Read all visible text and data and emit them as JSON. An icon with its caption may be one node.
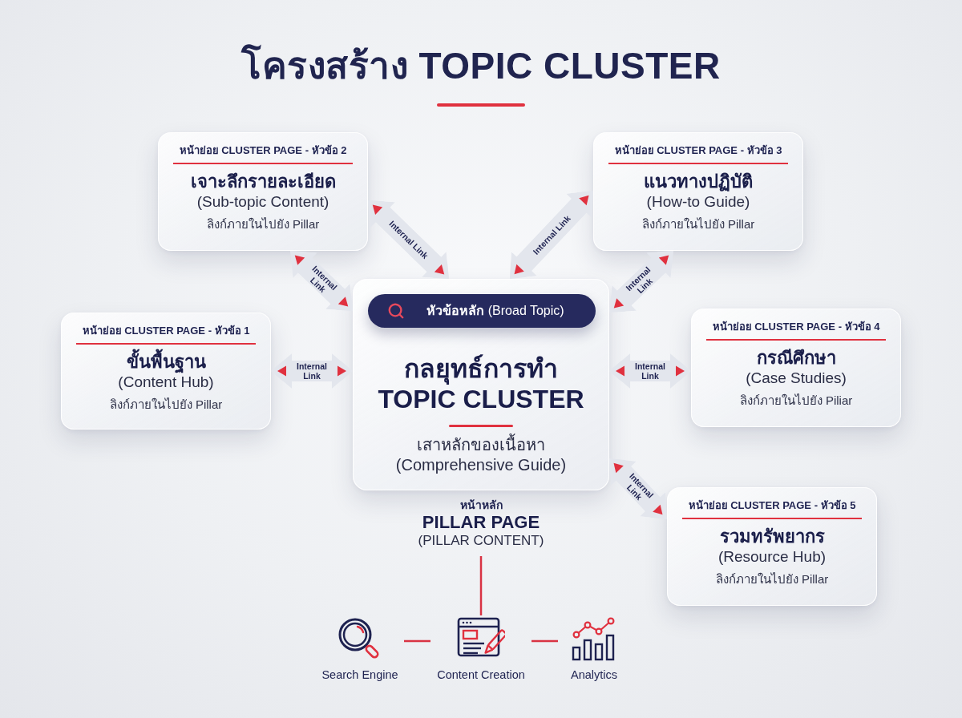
{
  "diagram": {
    "title": "โครงสร้าง TOPIC CLUSTER",
    "nodes": [
      {
        "text": [
          "หน้าย่อย CLUSTER PAGE - หัวข้อ 2",
          "เจาะลึกรายละเอียด",
          "(Sub-topic Content)",
          "ลิงก์ภายในไปยัง Pillar"
        ]
      },
      {
        "text": [
          "หน้าย่อย CLUSTER PAGE - หัวข้อ 3",
          "แนวทางปฏิบัติ",
          "(How-to Guide)",
          "ลิงก์ภายในไปยัง Pillar"
        ]
      },
      {
        "text": [
          "กลยุทธ์การทำ TOPIC CLUSTER",
          "เสาหลักของเนื้อหา (Comprehensive Guide)"
        ]
      },
      {
        "text": [
          "**หัวข้อหลัก** (Broad Topic)"
        ],
        "in": 2
      },
      {
        "text": [
          "หน้าย่อย CLUSTER PAGE - หัวข้อ 1",
          "ขั้นพื้นฐาน",
          "(Content Hub)",
          "ลิงก์ภายในไปยัง Pillar"
        ]
      },
      {
        "text": [
          "หน้าย่อย CLUSTER PAGE - หัวข้อ 4",
          "กรณีศึกษา",
          "(Case Studies)",
          "ลิงก์ภายในไปยัง Piliar"
        ]
      },
      {
        "text": [
          "หน้าย่อย CLUSTER PAGE - หัวข้อ 5",
          "รวมทรัพยากร",
          "(Resource Hub)",
          "ลิงก์ภายในไปยัง Pillar"
        ]
      },
      {
        "text": [
          "หน้าหลัก",
          "PILLAR PAGE",
          "(PILLAR CONTENT)"
        ]
      },
      {
        "text": [
          "Search Engine"
        ]
      },
      {
        "text": [
          "Content Creation"
        ]
      },
      {
        "text": [
          "Analytics"
        ]
      }
    ],
    "edges": [
      {
        "from": 0,
        "to": 2,
        "arrow": "both",
        "label": "Internal Link"
      },
      {
        "from": 1,
        "to": 2,
        "arrow": "both",
        "label": "Internal Link"
      },
      {
        "from": 0,
        "to": 2,
        "arrow": "both",
        "label": "Internal Link"
      },
      {
        "from": 1,
        "to": 2,
        "arrow": "both",
        "label": "Internal Link"
      },
      {
        "from": 4,
        "to": 2,
        "arrow": "both",
        "label": "Internal Link"
      },
      {
        "from": 5,
        "to": 2,
        "arrow": "both",
        "label": "Internal Link"
      },
      {
        "from": 6,
        "to": 2,
        "arrow": "both",
        "label": "Internal Link"
      },
      {
        "from": 7,
        "to": 9,
        "arrow": "none",
        "color": "#d93343"
      },
      {
        "from": 8,
        "to": 9,
        "arrow": "none",
        "color": "#d93343"
      },
      {
        "from": 9,
        "to": 10,
        "arrow": "none",
        "color": "#d93343"
      }
    ]
  }
}
